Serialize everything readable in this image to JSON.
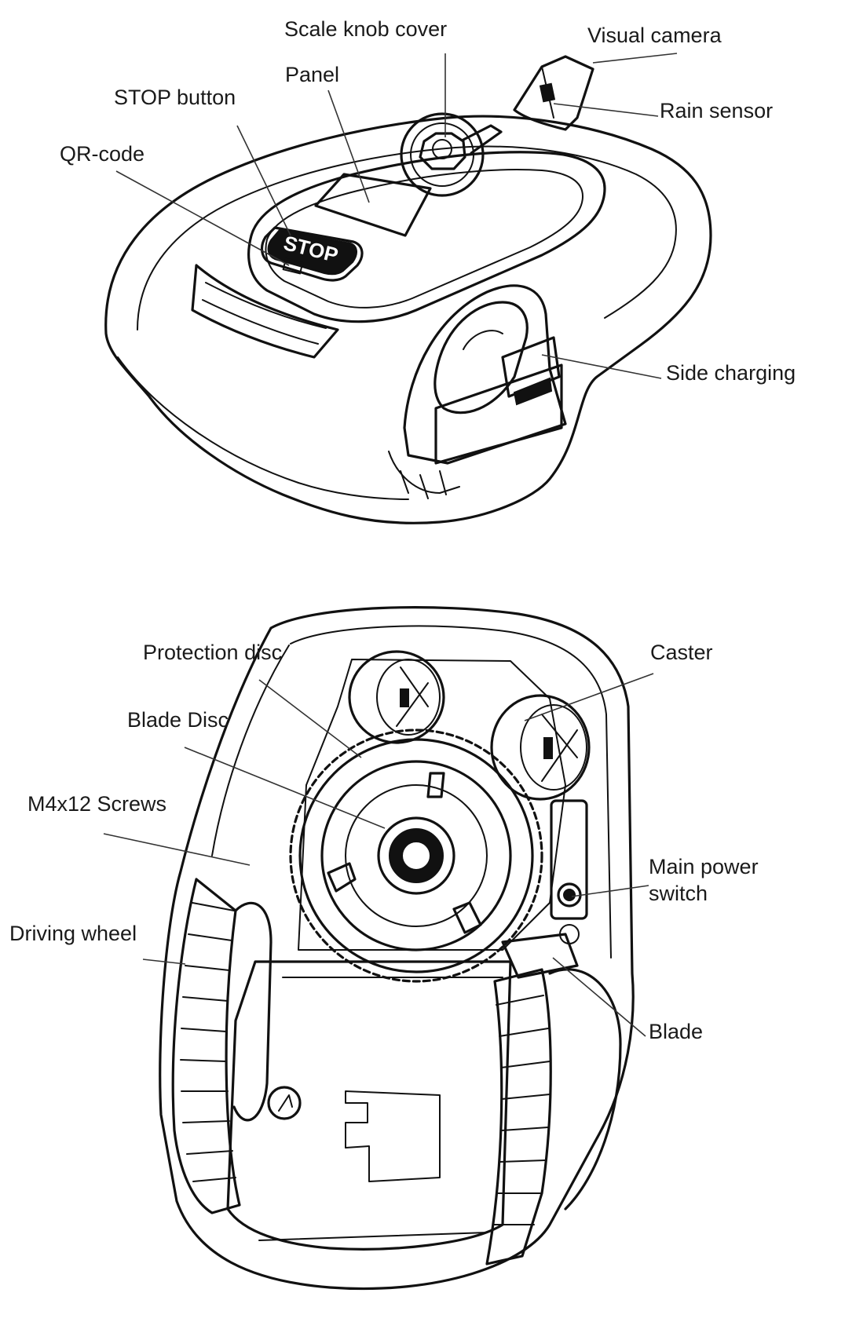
{
  "top_view": {
    "labels": {
      "scale_knob_cover": "Scale knob cover",
      "visual_camera": "Visual camera",
      "panel": "Panel",
      "rain_sensor": "Rain sensor",
      "stop_button": "STOP button",
      "qr_code": "QR-code",
      "side_charging": "Side charging"
    },
    "stop_text": "STOP"
  },
  "bottom_view": {
    "labels": {
      "protection_disc": "Protection disc",
      "caster": "Caster",
      "blade_disc": "Blade Disc",
      "m4x12_screws": "M4x12 Screws",
      "main_power_switch_line1": "Main power",
      "main_power_switch_line2": "switch",
      "driving_wheel": "Driving wheel",
      "blade": "Blade"
    }
  }
}
